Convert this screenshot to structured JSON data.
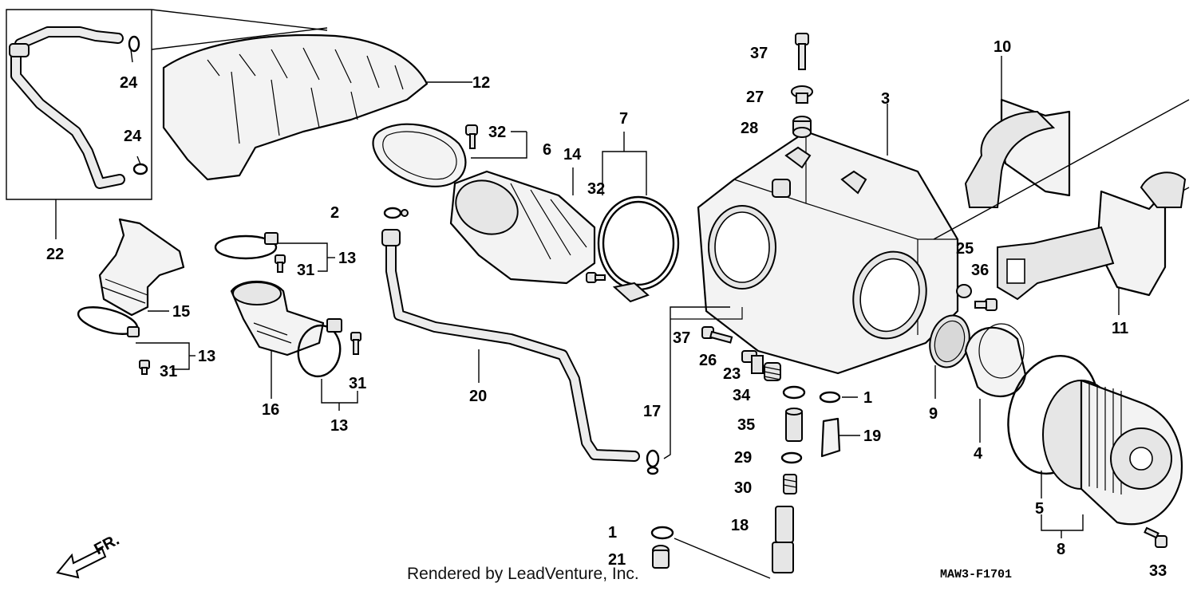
{
  "diagram": {
    "labels": {
      "p1a": "1",
      "p1b": "1",
      "p2": "2",
      "p3": "3",
      "p4": "4",
      "p5": "5",
      "p6": "6",
      "p7": "7",
      "p8": "8",
      "p9": "9",
      "p10": "10",
      "p11": "11",
      "p12": "12",
      "p13a": "13",
      "p13b": "13",
      "p13c": "13",
      "p14": "14",
      "p15": "15",
      "p16": "16",
      "p17": "17",
      "p18": "18",
      "p19": "19",
      "p20": "20",
      "p21": "21",
      "p22": "22",
      "p23": "23",
      "p24a": "24",
      "p24b": "24",
      "p25": "25",
      "p26": "26",
      "p27": "27",
      "p28": "28",
      "p29": "29",
      "p30": "30",
      "p31a": "31",
      "p31b": "31",
      "p31c": "31",
      "p32a": "32",
      "p32b": "32",
      "p33": "33",
      "p34": "34",
      "p35": "35",
      "p36": "36",
      "p37a": "37",
      "p37b": "37"
    },
    "direction_label": "FR.",
    "credit": "Rendered by LeadVenture, Inc.",
    "diagram_code": "MAW3-F1701"
  }
}
